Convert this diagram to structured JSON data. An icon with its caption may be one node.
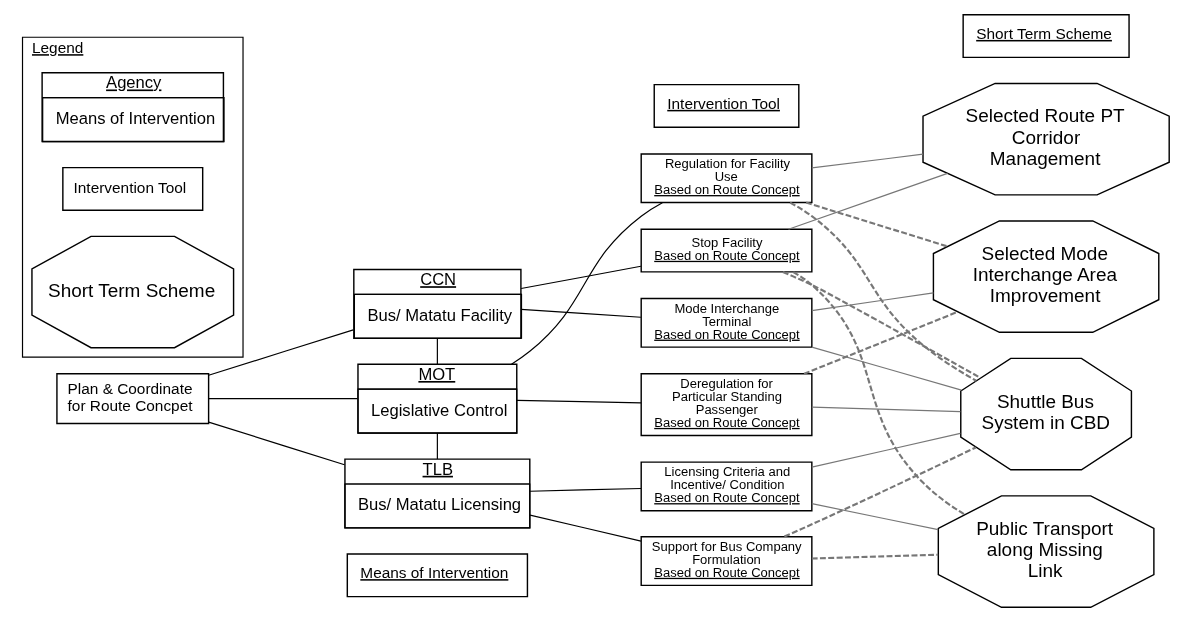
{
  "diagram": {
    "nodes": [
      {
        "text": [
          "Means of Intervention"
        ]
      },
      {
        "text": [
          "Intervention Tool"
        ]
      },
      {
        "text": [
          "Short Term Scheme"
        ]
      },
      {
        "text": [
          "Plan & Coordinate for Route Concpet"
        ]
      },
      {
        "text": [
          "CCN",
          "Bus/ Matatu Facility"
        ]
      },
      {
        "text": [
          "MOT",
          "Legislative Control"
        ]
      },
      {
        "text": [
          "TLB",
          "Bus/ Matatu Licensing"
        ]
      },
      {
        "text": [
          "Stop Facility",
          "Based on Route Concept"
        ]
      },
      {
        "text": [
          "Mode Interchange Terminal",
          "Based on Route Concept"
        ]
      },
      {
        "text": [
          "Regulation for Facility Use",
          "Based on Route Concept"
        ]
      },
      {
        "text": [
          "Deregulation for Particular Standing Passenger",
          "Based on Route Concept"
        ]
      },
      {
        "text": [
          "Licensing Criteria and Incentive/ Condition",
          "Based on Route Concept"
        ]
      },
      {
        "text": [
          "Support for Bus Company Formulation",
          "Based on Route Concept"
        ]
      },
      {
        "text": [
          "Selected Route PT Corridor Management"
        ]
      },
      {
        "text": [
          "Selected Mode Interchange Area Improvement"
        ]
      },
      {
        "text": [
          "Shuttle Bus System in CBD"
        ]
      },
      {
        "text": [
          "Public Transport along Missing Link"
        ]
      },
      {
        "text": [
          "Legend"
        ]
      },
      {
        "text": [
          "Agency",
          "Means of Intervention"
        ],
        "in": 17
      },
      {
        "text": [
          "Intervention Tool"
        ],
        "in": 17
      },
      {
        "text": [
          "Short Term Scheme"
        ],
        "in": 17
      }
    ],
    "edges": [
      {
        "from": 3,
        "to": 4,
        "arrow": "none",
        "color": "#000000"
      },
      {
        "from": 3,
        "to": 5,
        "arrow": "none",
        "color": "#000000"
      },
      {
        "from": 3,
        "to": 6,
        "arrow": "none",
        "color": "#000000"
      },
      {
        "from": 4,
        "to": 5,
        "arrow": "none",
        "color": "#000000"
      },
      {
        "from": 5,
        "to": 6,
        "arrow": "none",
        "color": "#000000"
      },
      {
        "from": 4,
        "to": 7,
        "arrow": "none",
        "color": "#000000"
      },
      {
        "from": 4,
        "to": 8,
        "arrow": "none",
        "color": "#000000"
      },
      {
        "from": 5,
        "to": 9,
        "arrow": "none",
        "color": "#000000"
      },
      {
        "from": 5,
        "to": 10,
        "arrow": "none",
        "color": "#000000"
      },
      {
        "from": 6,
        "to": 11,
        "arrow": "none",
        "color": "#000000"
      },
      {
        "from": 6,
        "to": 12,
        "arrow": "none",
        "color": "#000000"
      },
      {
        "from": 7,
        "to": 13,
        "arrow": "none"
      },
      {
        "from": 7,
        "to": 15,
        "arrow": "none",
        "style": "dashed"
      },
      {
        "from": 7,
        "to": 16,
        "arrow": "none",
        "style": "dashed"
      },
      {
        "from": 8,
        "to": 14,
        "arrow": "none"
      },
      {
        "from": 8,
        "to": 15,
        "arrow": "none"
      },
      {
        "from": 9,
        "to": 13,
        "arrow": "none"
      },
      {
        "from": 9,
        "to": 14,
        "arrow": "none",
        "style": "dashed"
      },
      {
        "from": 9,
        "to": 15,
        "arrow": "none",
        "style": "dashed"
      },
      {
        "from": 10,
        "to": 14,
        "arrow": "none",
        "style": "dashed"
      },
      {
        "from": 10,
        "to": 15,
        "arrow": "none"
      },
      {
        "from": 11,
        "to": 15,
        "arrow": "none"
      },
      {
        "from": 11,
        "to": 16,
        "arrow": "none"
      },
      {
        "from": 12,
        "to": 15,
        "arrow": "none",
        "style": "dashed"
      },
      {
        "from": 12,
        "to": 16,
        "arrow": "none",
        "style": "dashed"
      }
    ]
  }
}
